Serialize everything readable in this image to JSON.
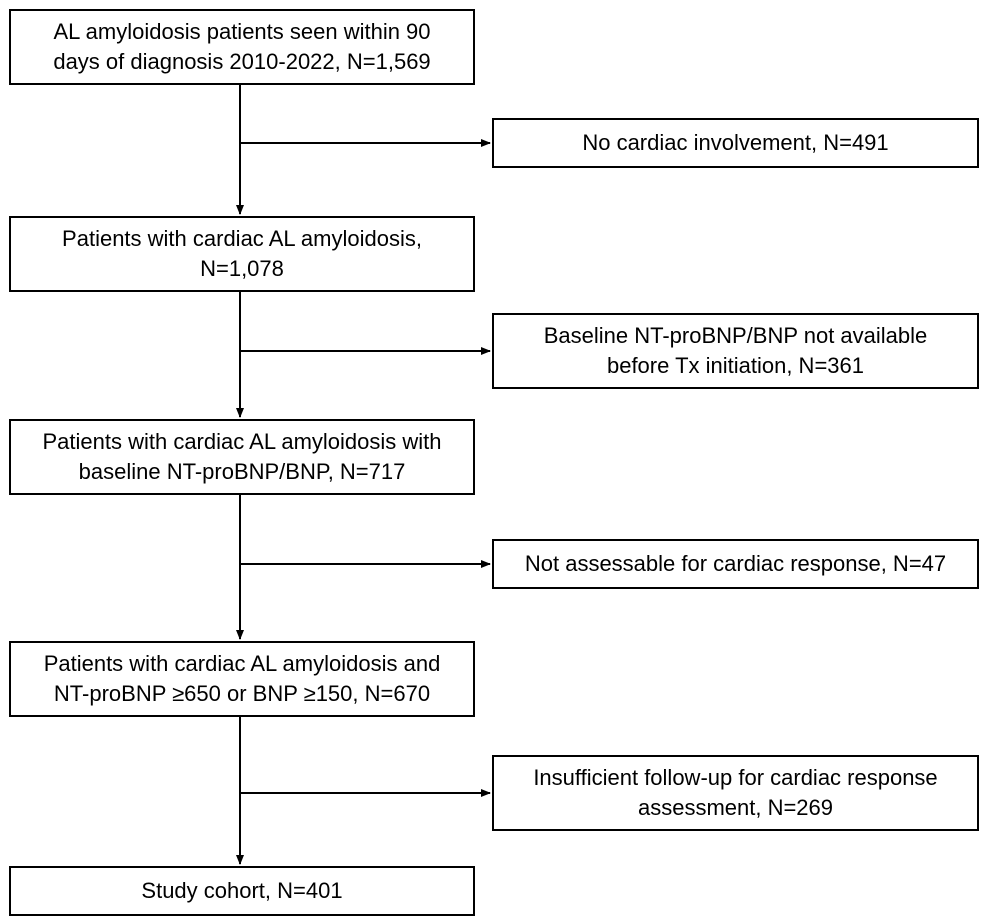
{
  "flowchart": {
    "steps": [
      {
        "lines": [
          "AL amyloidosis patients seen within 90",
          "days of diagnosis 2010-2022, N=1,569"
        ]
      },
      {
        "lines": [
          "Patients with cardiac AL amyloidosis,",
          "N=1,078"
        ]
      },
      {
        "lines": [
          "Patients with cardiac AL amyloidosis with",
          "baseline NT-proBNP/BNP, N=717"
        ]
      },
      {
        "lines": [
          "Patients with cardiac AL amyloidosis and",
          "NT-proBNP ≥650 or BNP ≥150, N=670"
        ]
      },
      {
        "lines": [
          "Study cohort, N=401"
        ]
      }
    ],
    "exclusions": [
      {
        "lines": [
          "No cardiac involvement, N=491"
        ]
      },
      {
        "lines": [
          "Baseline NT-proBNP/BNP not available",
          "before Tx initiation, N=361"
        ]
      },
      {
        "lines": [
          "Not assessable for cardiac response, N=47"
        ]
      },
      {
        "lines": [
          "Insufficient follow-up for cardiac response",
          "assessment, N=269"
        ]
      }
    ]
  }
}
